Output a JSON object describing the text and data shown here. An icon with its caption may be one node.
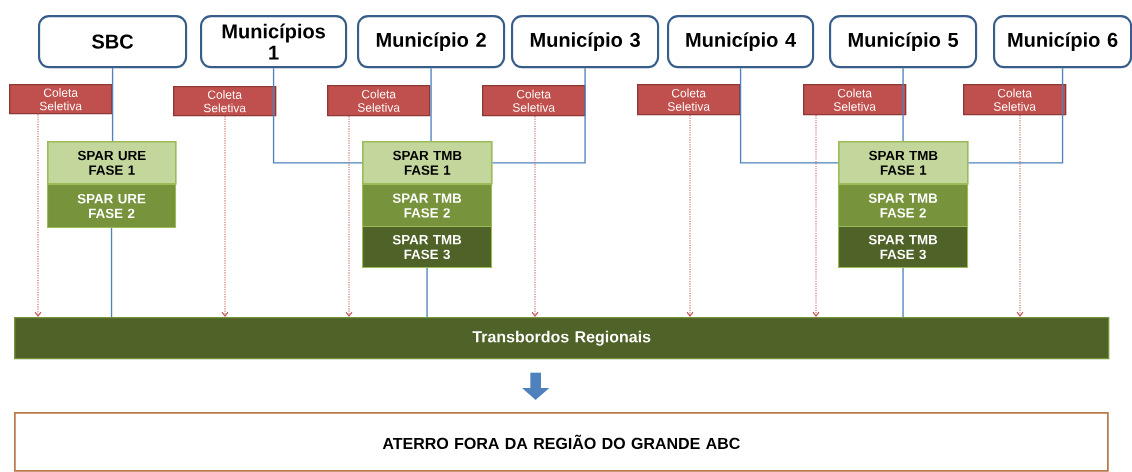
{
  "diagram": {
    "nodes": [
      {
        "text": [
          "SBC"
        ]
      },
      {
        "text": [
          "Municípios 1"
        ]
      },
      {
        "text": [
          "Município 2"
        ]
      },
      {
        "text": [
          "Município 3"
        ]
      },
      {
        "text": [
          "Município 4"
        ]
      },
      {
        "text": [
          "Município 5"
        ]
      },
      {
        "text": [
          "Município 6"
        ]
      },
      {
        "text": [
          "Coleta Seletiva"
        ]
      },
      {
        "text": [
          "Coleta Seletiva"
        ]
      },
      {
        "text": [
          "Coleta Seletiva"
        ]
      },
      {
        "text": [
          "Coleta Seletiva"
        ]
      },
      {
        "text": [
          "Coleta Seletiva"
        ]
      },
      {
        "text": [
          "Coleta Seletiva"
        ]
      },
      {
        "text": [
          "Coleta Seletiva"
        ]
      },
      {
        "text": [
          "SPAR URE FASE 1"
        ]
      },
      {
        "text": [
          "SPAR URE FASE 2"
        ]
      },
      {
        "text": [
          "SPAR TMB FASE 1"
        ]
      },
      {
        "text": [
          "SPAR TMB FASE 2"
        ]
      },
      {
        "text": [
          "SPAR TMB FASE 3"
        ]
      },
      {
        "text": [
          "SPAR TMB FASE 1"
        ]
      },
      {
        "text": [
          "SPAR TMB FASE 2"
        ]
      },
      {
        "text": [
          "SPAR TMB FASE 3"
        ]
      },
      {
        "text": [
          "Transbordos Regionais"
        ]
      },
      {
        "text": [
          "ATERRO FORA DA REGIÃO DO GRANDE ABC"
        ]
      }
    ],
    "edges": [
      {
        "from": 0,
        "to": 14,
        "arrow": "none"
      },
      {
        "from": 15,
        "to": 22,
        "arrow": "none"
      },
      {
        "from": 1,
        "to": 16,
        "arrow": "none"
      },
      {
        "from": 2,
        "to": 16,
        "arrow": "none"
      },
      {
        "from": 3,
        "to": 16,
        "arrow": "none"
      },
      {
        "from": 18,
        "to": 22,
        "arrow": "none"
      },
      {
        "from": 4,
        "to": 19,
        "arrow": "none"
      },
      {
        "from": 5,
        "to": 19,
        "arrow": "none"
      },
      {
        "from": 6,
        "to": 19,
        "arrow": "none"
      },
      {
        "from": 21,
        "to": 22,
        "arrow": "none"
      },
      {
        "from": 7,
        "to": 22,
        "arrow": "to",
        "style": "dashed",
        "color": "#c0504d"
      },
      {
        "from": 8,
        "to": 22,
        "arrow": "to",
        "style": "dashed",
        "color": "#c0504d"
      },
      {
        "from": 9,
        "to": 22,
        "arrow": "to",
        "style": "dashed",
        "color": "#c0504d"
      },
      {
        "from": 10,
        "to": 22,
        "arrow": "to",
        "style": "dashed",
        "color": "#c0504d"
      },
      {
        "from": 11,
        "to": 22,
        "arrow": "to",
        "style": "dashed",
        "color": "#c0504d"
      },
      {
        "from": 12,
        "to": 22,
        "arrow": "to",
        "style": "dashed",
        "color": "#c0504d"
      },
      {
        "from": 13,
        "to": 22,
        "arrow": "to",
        "style": "dashed",
        "color": "#c0504d"
      },
      {
        "from": 22,
        "to": 23,
        "arrow": "to",
        "style": "thick"
      }
    ]
  }
}
